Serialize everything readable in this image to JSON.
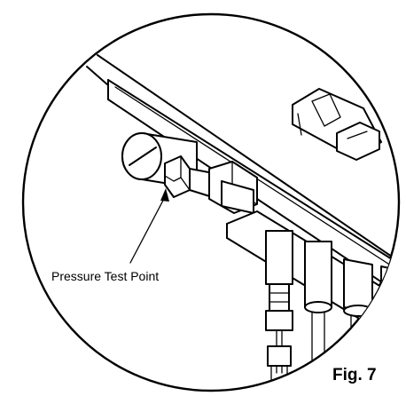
{
  "callout": {
    "text": "Pressure Test Point"
  },
  "figure_label": "Fig. 7",
  "icons": [
    "magnifier-circle",
    "gas-valve",
    "pressure-test-point",
    "pilot-tubing"
  ],
  "colors": {
    "ink": "#000000",
    "paper": "#ffffff"
  }
}
